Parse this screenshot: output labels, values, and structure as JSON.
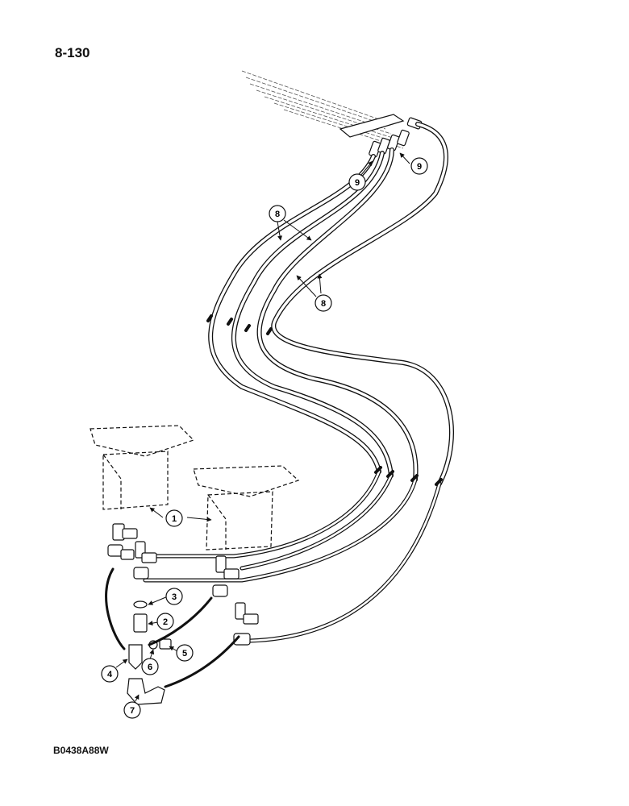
{
  "page_number": "8-130",
  "figure_code": "B0438A88W",
  "callouts": {
    "c1": "1",
    "c2": "2",
    "c3": "3",
    "c4": "4",
    "c5": "5",
    "c6": "6",
    "c7": "7",
    "c8a": "8",
    "c8b": "8",
    "c9a": "9",
    "c9b": "9"
  }
}
